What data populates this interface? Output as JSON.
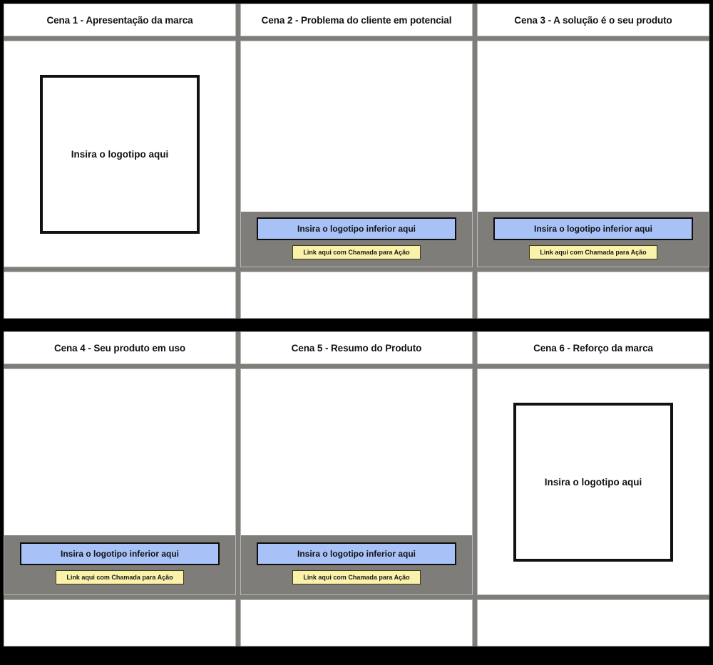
{
  "board": {
    "background_color": "#000000",
    "panel_gray": "#7e7d79",
    "lower_logo_color": "#a8c2f7",
    "cta_color": "#faf2ab",
    "frame_color": "#ffffff"
  },
  "groups": [
    {
      "name": "storyboard-row-1",
      "scenes": [
        {
          "title": "Cena 1 - Apresentação da marca",
          "logo_placeholder": "Insira o logotipo aqui",
          "lower_logo_label": "",
          "cta_label": "",
          "has_logo_box": true,
          "has_footer": false,
          "notes": ""
        },
        {
          "title": "Cena 2 - Problema do cliente em potencial",
          "logo_placeholder": "",
          "lower_logo_label": "Insira o logotipo inferior aqui",
          "cta_label": "Link aqui com Chamada para Ação",
          "has_logo_box": false,
          "has_footer": true,
          "notes": ""
        },
        {
          "title": "Cena 3 - A solução é o seu produto",
          "logo_placeholder": "",
          "lower_logo_label": "Insira o logotipo inferior aqui",
          "cta_label": "Link aqui com Chamada para Ação",
          "has_logo_box": false,
          "has_footer": true,
          "notes": ""
        }
      ]
    },
    {
      "name": "storyboard-row-2",
      "scenes": [
        {
          "title": "Cena 4 - Seu produto em uso",
          "logo_placeholder": "",
          "lower_logo_label": "Insira o logotipo inferior aqui",
          "cta_label": "Link aqui com Chamada para Ação",
          "has_logo_box": false,
          "has_footer": true,
          "notes": ""
        },
        {
          "title": "Cena 5 - Resumo do Produto",
          "logo_placeholder": "",
          "lower_logo_label": "Insira o logotipo inferior aqui",
          "cta_label": "Link aqui com Chamada para Ação",
          "has_logo_box": false,
          "has_footer": true,
          "notes": ""
        },
        {
          "title": "Cena 6 - Reforço da marca",
          "logo_placeholder": "Insira o logotipo aqui",
          "lower_logo_label": "",
          "cta_label": "",
          "has_logo_box": true,
          "has_footer": false,
          "notes": ""
        }
      ]
    }
  ]
}
